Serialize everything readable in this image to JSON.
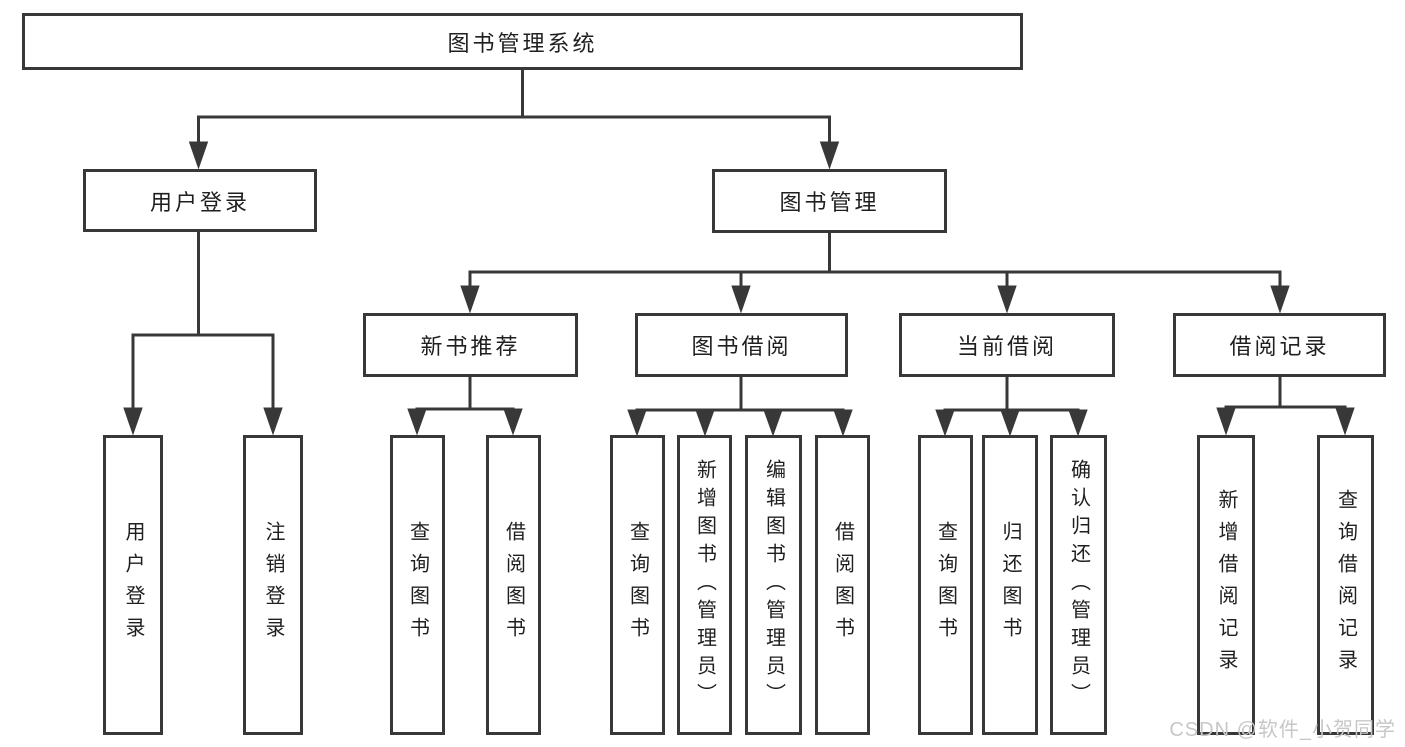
{
  "diagram": {
    "root": {
      "label": "图书管理系统"
    },
    "level2": {
      "user_login": {
        "label": "用户登录"
      },
      "book_mgmt": {
        "label": "图书管理"
      }
    },
    "level3": {
      "new_books": {
        "label": "新书推荐"
      },
      "book_borrow": {
        "label": "图书借阅"
      },
      "current_borrow": {
        "label": "当前借阅"
      },
      "borrow_records": {
        "label": "借阅记录"
      }
    },
    "leaves": {
      "login_user": {
        "label": "用户登录"
      },
      "logout": {
        "label": "注销登录"
      },
      "new_query_book": {
        "label": "查询图书"
      },
      "new_borrow_book": {
        "label": "借阅图书"
      },
      "bb_query_book": {
        "label": "查询图书"
      },
      "bb_add_book_admin": {
        "label": "新增图书（管理员）"
      },
      "bb_edit_book_admin": {
        "label": "编辑图书（管理员）"
      },
      "bb_borrow_book": {
        "label": "借阅图书"
      },
      "cb_query_book": {
        "label": "查询图书"
      },
      "cb_return_book": {
        "label": "归还图书"
      },
      "cb_confirm_return_admin": {
        "label": "确认归还（管理员）"
      },
      "br_add_record": {
        "label": "新增借阅记录"
      },
      "br_query_record": {
        "label": "查询借阅记录"
      }
    }
  },
  "watermark": {
    "text": "CSDN @软件_小贺同学"
  },
  "colors": {
    "line": "#383838",
    "text": "#1f1f1f",
    "watermark": "#c7c7c7",
    "background": "#ffffff"
  }
}
